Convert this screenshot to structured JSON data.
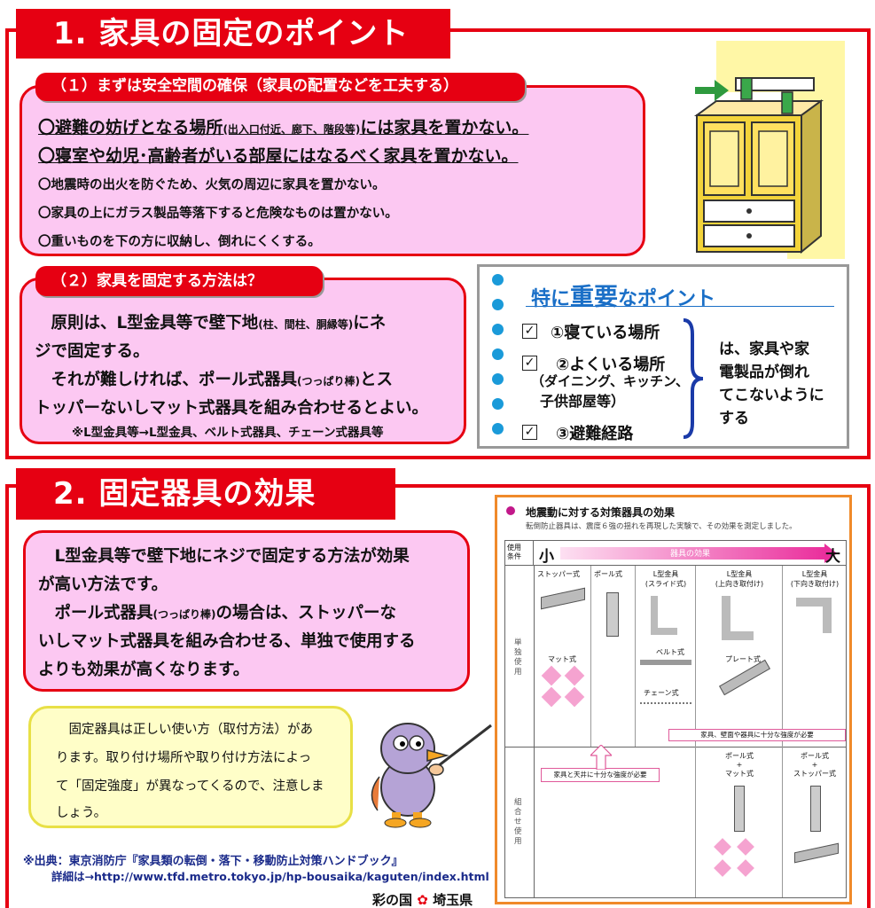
{
  "section1": {
    "title": "1. 家具の固定のポイント",
    "sub1": {
      "heading": "（１）まずは安全空間の確保（家具の配置などを工夫する）",
      "line1_main": "〇避難の妨げとなる場所",
      "line1_small": "(出入口付近、廊下、階段等)",
      "line1_end": "には家具を置かない。",
      "line2": "〇寝室や幼児･高齢者がいる部屋にはなるべく家具を置かない。",
      "line3": "〇地震時の出火を防ぐため、火気の周辺に家具を置かない。",
      "line4": "〇家具の上にガラス製品等落下すると危険なものは置かない。",
      "line5": "〇重いものを下の方に収納し、倒れにくくする。"
    },
    "sub2": {
      "heading": "（２）家具を固定する方法は？",
      "p1_a": "　原則は、L型金具等で壁下地",
      "p1_small": "(柱、間柱、胴縁等)",
      "p1_b": "にネ",
      "p2": "ジで固定する。",
      "p3_a": "　それが難しければ、ポール式器具",
      "p3_small": "(つっぱり棒)",
      "p3_b": "とス",
      "p4": "トッパーないしマット式器具を組み合わせるとよい。",
      "p5": "※L型金具等→L型金具、ベルト式器具、チェーン式器具等"
    },
    "important": {
      "title_a": "特に",
      "title_b": "重要",
      "title_c": "なポイント",
      "check_mark": "✓",
      "item1": "①寝ている場所",
      "item2": "②よくいる場所",
      "item2_sub1": "（ダイニング、キッチン、",
      "item2_sub2": "子供部屋等）",
      "item3": "③避難経路",
      "side_text": "は、家具や家\n電製品が倒れ\nてこないように\nする"
    }
  },
  "section2": {
    "title": "2. 固定器具の効果",
    "text": {
      "l1": "　L型金具等で壁下地にネジで固定する方法が効果",
      "l2": "が高い方法です。",
      "l3_a": "　ポール式器具",
      "l3_small": "(つっぱり棒)",
      "l3_b": "の場合は、ストッパーな",
      "l4": "いしマット式器具を組み合わせる、単独で使用する",
      "l5": "よりも効果が高くなります。"
    },
    "note": {
      "l1": "　固定器具は正しい使い方（取付方法）があ",
      "l2": "ります。取り付け場所や取り付け方法によっ",
      "l3": "て「固定強度」が異なってくるので、注意しま",
      "l4": "しょう。"
    },
    "chart": {
      "title": "地震動に対する対策器具の効果",
      "subtitle": "転倒防止器具は、震度６強の揺れを再現した実験で、その効果を測定しました。",
      "use_label": "使用\n条件",
      "small": "小",
      "large": "大",
      "arrow_label": "器具の効果",
      "col1": "ストッパー式",
      "col2": "ポール式",
      "col3a": "L型金具",
      "col3b": "(スライド式)",
      "col4a": "L型金具",
      "col4b": "(上向き取付け)",
      "col5a": "L型金具",
      "col5b": "(下向き取付け)",
      "mat": "マット式",
      "belt": "ベルト式",
      "chain": "チェーン式",
      "plate": "プレート式",
      "note1": "家具、壁面や器具に十分な強度が必要",
      "note2": "家具と天井に十分な強度が必要",
      "single": "単独使用",
      "combo": "組合せ使用",
      "combo1a": "ポール式",
      "combo1b": "+",
      "combo1c": "マット式",
      "combo2a": "ポール式",
      "combo2b": "+",
      "combo2c": "ストッパー式"
    },
    "source": "※出典：東京消防庁『家具類の転倒・落下・移動防止対策ハンドブック』",
    "detail": "詳細は→http://www.tfd.metro.tokyo.jp/hp-bousaika/kaguten/index.html"
  },
  "footer": {
    "left": "彩の国",
    "right": "埼玉県"
  },
  "colors": {
    "red": "#e60012",
    "pink": "#fcc8f2",
    "blue": "#1a6fc7",
    "yellow_note": "#fffec8",
    "orange": "#f08a2a"
  }
}
